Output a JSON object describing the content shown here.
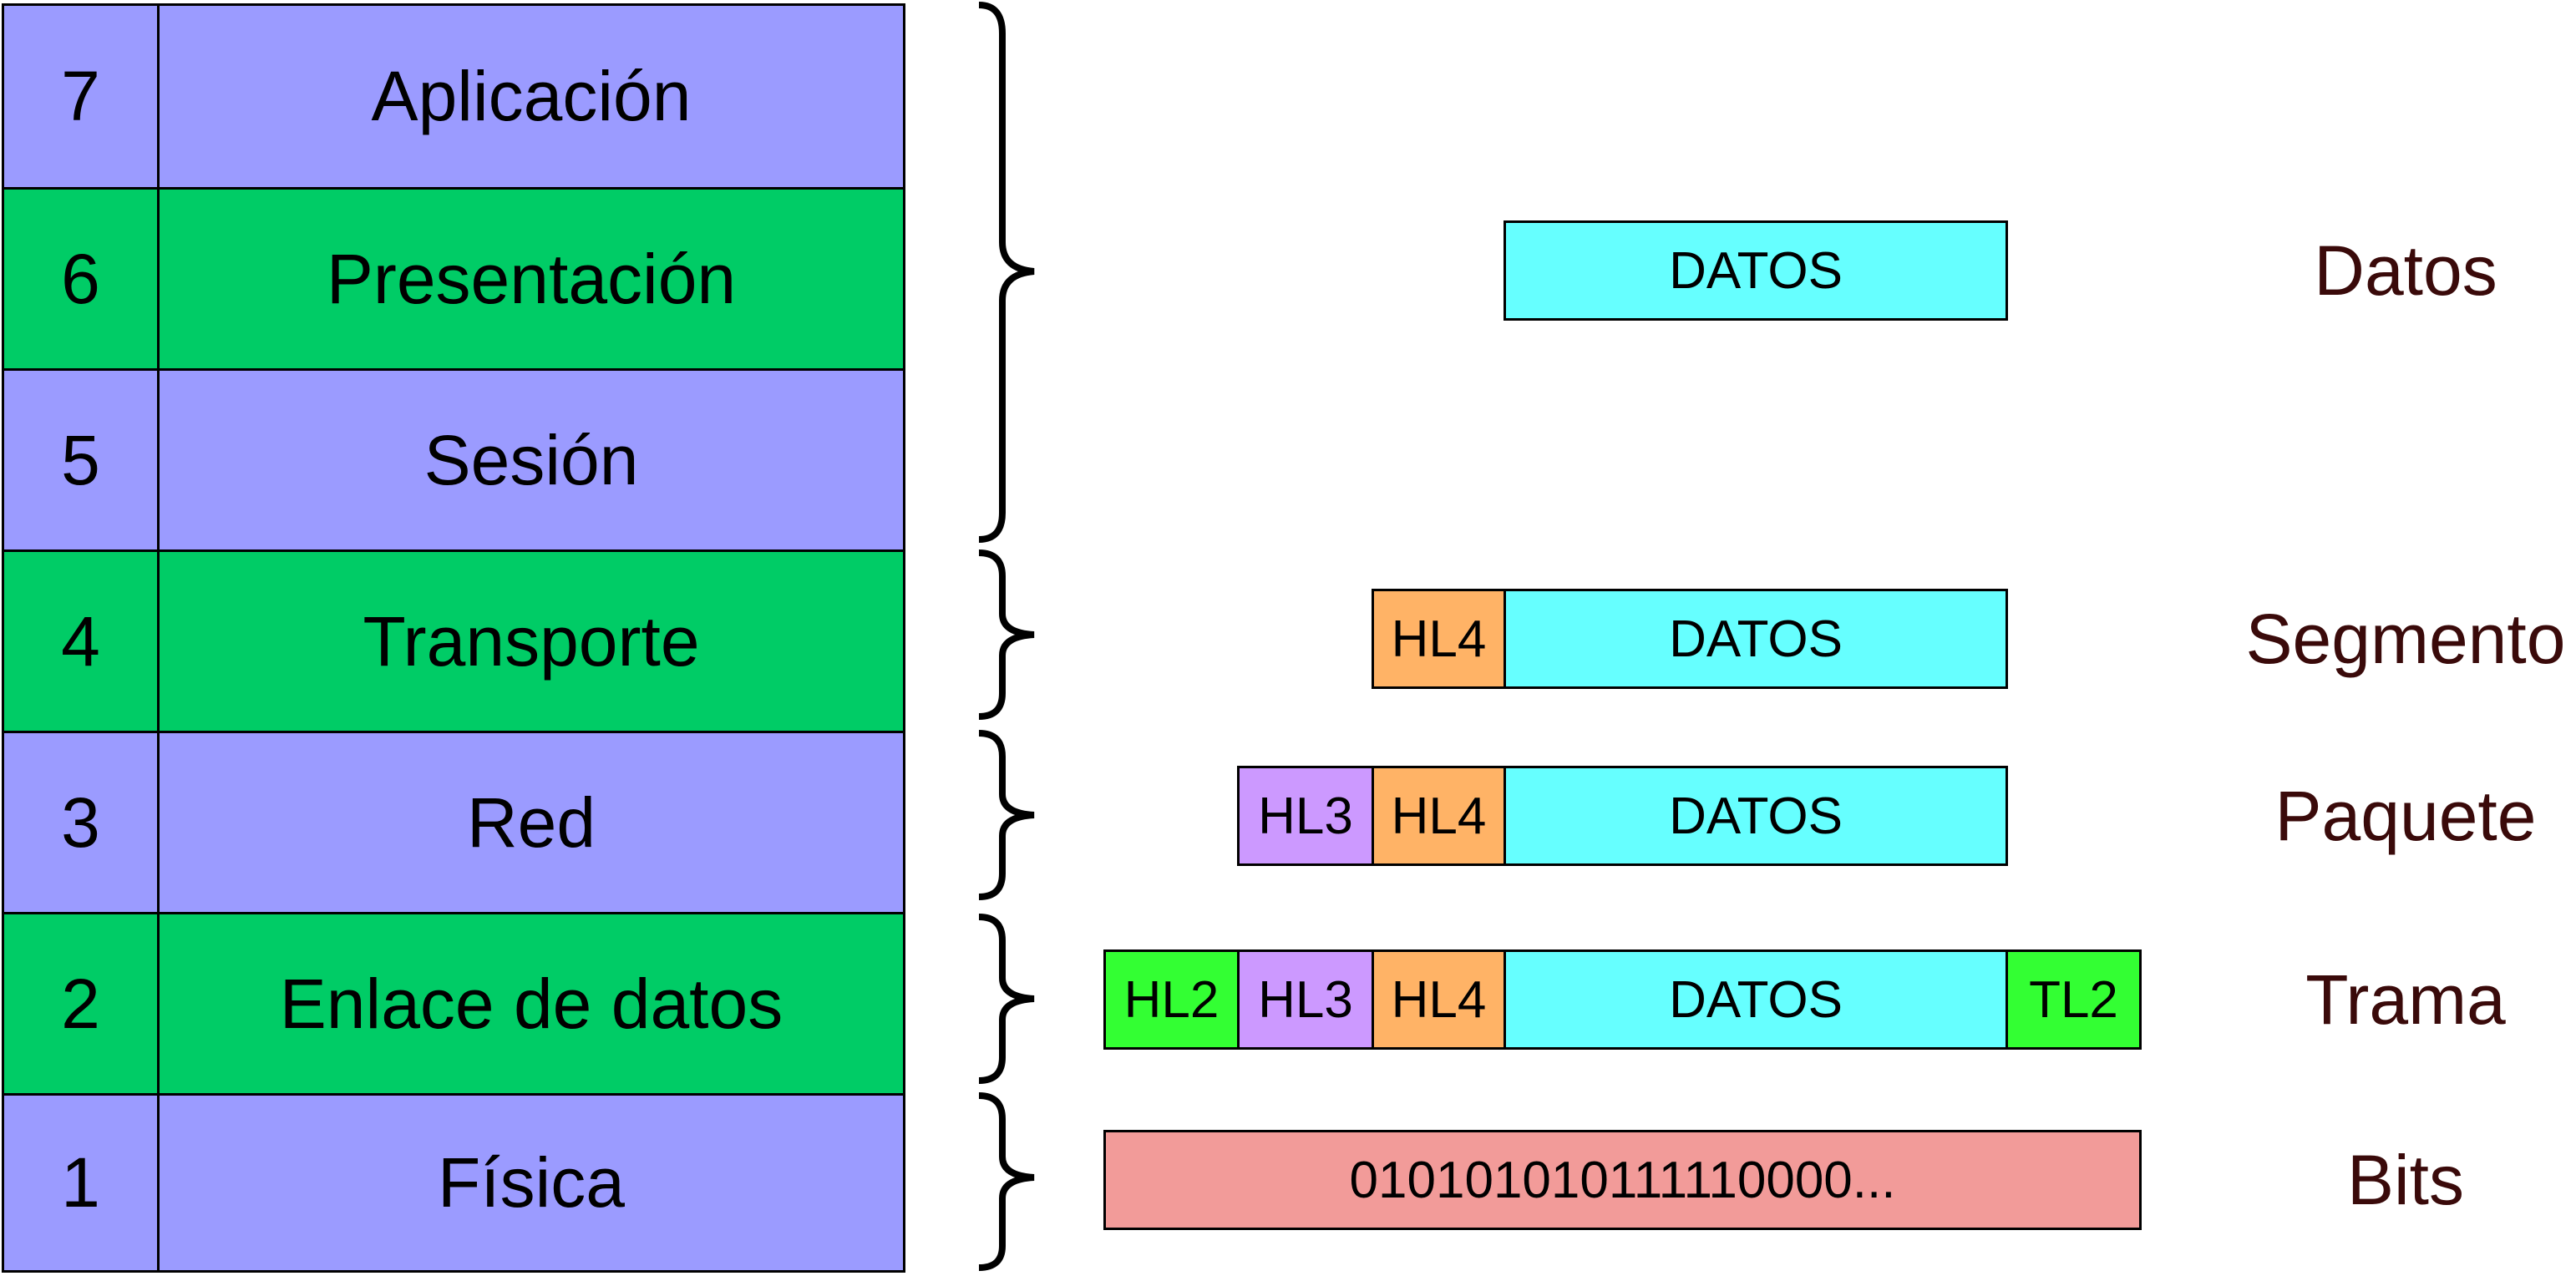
{
  "colors": {
    "layer_purple": "#9b9bff",
    "layer_green": "#00cc66",
    "datos": "#66ffff",
    "hl4": "#ffb366",
    "hl3": "#cc99ff",
    "l2": "#33ff33",
    "bits": "#f29b99",
    "pdu_text": "#3a0a0a"
  },
  "layers": [
    {
      "number": "7",
      "name": "Aplicación"
    },
    {
      "number": "6",
      "name": "Presentación"
    },
    {
      "number": "5",
      "name": "Sesión"
    },
    {
      "number": "4",
      "name": "Transporte"
    },
    {
      "number": "3",
      "name": "Red"
    },
    {
      "number": "2",
      "name": "Enlace de datos"
    },
    {
      "number": "1",
      "name": "Física"
    }
  ],
  "pdus": {
    "datos": {
      "label": "Datos",
      "fields": {
        "datos": "DATOS"
      }
    },
    "segmento": {
      "label": "Segmento",
      "fields": {
        "hl4": "HL4",
        "datos": "DATOS"
      }
    },
    "paquete": {
      "label": "Paquete",
      "fields": {
        "hl3": "HL3",
        "hl4": "HL4",
        "datos": "DATOS"
      }
    },
    "trama": {
      "label": "Trama",
      "fields": {
        "hl2": "HL2",
        "hl3": "HL3",
        "hl4": "HL4",
        "datos": "DATOS",
        "tl2": "TL2"
      }
    },
    "bits": {
      "label": "Bits",
      "fields": {
        "bits": "010101010111110000..."
      }
    }
  }
}
